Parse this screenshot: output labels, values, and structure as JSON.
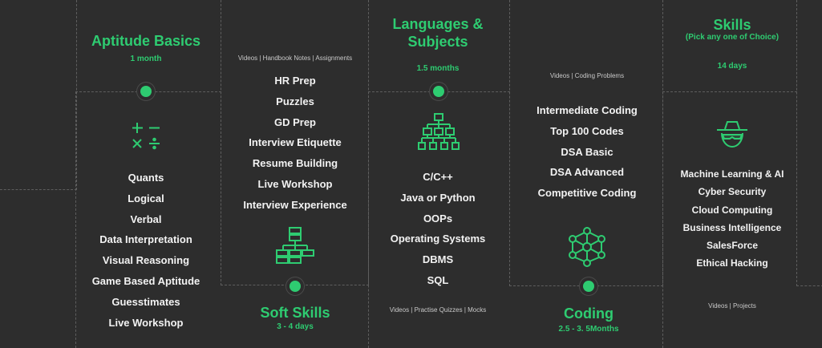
{
  "columns": {
    "aptitude": {
      "title": "Aptitude Basics",
      "duration": "1 month",
      "icon": "math-operators-icon",
      "items": [
        "Quants",
        "Logical",
        "Verbal",
        "Data Interpretation",
        "Visual Reasoning",
        "Game Based Aptitude",
        "Guesstimates",
        "Live Workshop"
      ]
    },
    "soft_skills": {
      "meta": "Videos | Handbook Notes | Assignments",
      "items": [
        "HR Prep",
        "Puzzles",
        "GD Prep",
        "Interview Etiquette",
        "Resume Building",
        "Live Workshop",
        "Interview Experience"
      ],
      "icon": "flowchart-icon",
      "title": "Soft Skills",
      "duration": "3 - 4 days"
    },
    "languages": {
      "title_line1": "Languages &",
      "title_line2": "Subjects",
      "duration": "1.5 months",
      "icon": "hierarchy-icon",
      "items": [
        "C/C++",
        "Java or Python",
        "OOPs",
        "Operating Systems",
        "DBMS",
        "SQL"
      ],
      "meta": "Videos | Practise Quizzes | Mocks"
    },
    "coding": {
      "meta": "Videos | Coding Problems",
      "items": [
        "Intermediate Coding",
        "Top 100 Codes",
        "DSA Basic",
        "DSA Advanced",
        "Competitive Coding"
      ],
      "icon": "network-icon",
      "title": "Coding",
      "duration": "2.5 - 3. 5Months"
    },
    "skills": {
      "title": "Skills",
      "note": "(Pick any one of Choice)",
      "duration": "14 days",
      "icon": "hacker-icon",
      "items": [
        "Machine Learning & AI",
        "Cyber Security",
        "Cloud Computing",
        "Business Intelligence",
        "SalesForce",
        "Ethical Hacking"
      ],
      "meta": "Videos | Projects"
    }
  },
  "colors": {
    "accent": "#2ecc71",
    "background": "#2d2d2d",
    "dashed": "#5e5e5e"
  }
}
